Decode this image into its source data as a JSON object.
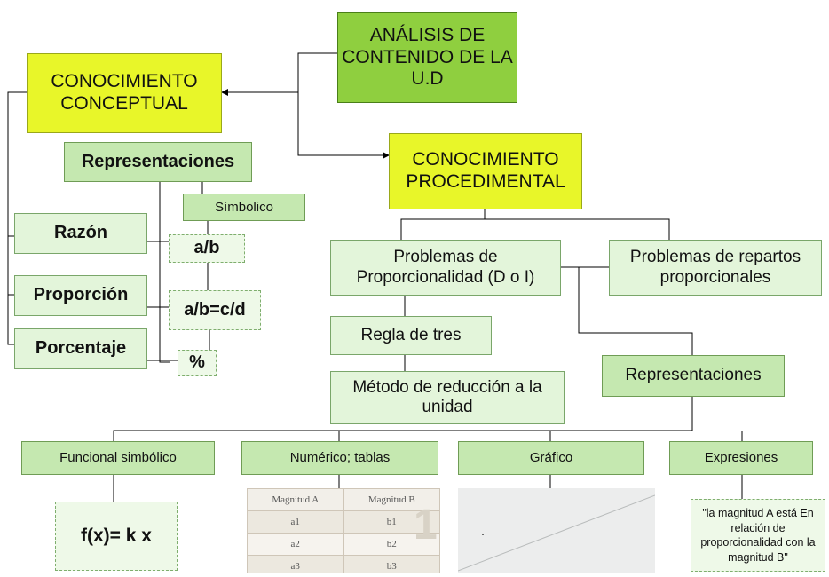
{
  "title": "ANÁLISIS DE CONTENIDO DE LA U.D",
  "conocimiento_conceptual": "CONOCIMIENTO CONCEPTUAL",
  "conocimiento_procedimental": "CONOCIMIENTO PROCEDIMENTAL",
  "conceptual": {
    "representaciones": "Representaciones",
    "simbolico": "Símbolico",
    "items": [
      "Razón",
      "Proporción",
      "Porcentaje"
    ],
    "symbols": [
      "a/b",
      "a/b=c/d",
      "%"
    ]
  },
  "procedimental": {
    "problemas_proporcionalidad": "Problemas de Proporcionalidad (D o I)",
    "problemas_repartos": "Problemas de repartos proporcionales",
    "regla_de_tres": "Regla de tres",
    "metodo_reduccion": "Método de reducción a la unidad",
    "representaciones": "Representaciones"
  },
  "representation_types": {
    "funcional": "Funcional simbólico",
    "numerico": "Numérico; tablas",
    "grafico": "Gráfico",
    "expresiones": "Expresiones"
  },
  "formula": "f(x)= k x",
  "table": {
    "headers": [
      "Magnitud A",
      "Magnitud B"
    ],
    "rows": [
      [
        "a1",
        "b1"
      ],
      [
        "a2",
        "b2"
      ],
      [
        "a3",
        "b3"
      ]
    ],
    "watermark": "1"
  },
  "quote": "\"la magnitud A está En relación de proporcionalidad con la magnitud B\"",
  "colors": {
    "title_box": "#8fcf3f",
    "main_boxes": "#d9ec3a",
    "secondary_boxes": "#c5e8b0",
    "line": "#000000"
  }
}
